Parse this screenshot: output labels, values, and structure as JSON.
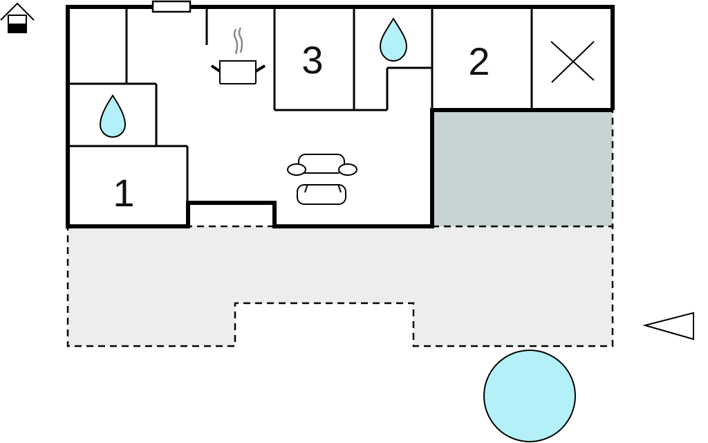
{
  "floorplan": {
    "rooms": [
      {
        "label": "1",
        "type": "bedroom"
      },
      {
        "label": "2",
        "type": "bedroom"
      },
      {
        "label": "3",
        "type": "bedroom"
      }
    ],
    "icons": [
      "home-icon",
      "bathroom-drop-icon",
      "kitchen-pot-icon",
      "sofa-icon",
      "closed-area-x-icon",
      "pool-icon",
      "entrance-arrow-icon"
    ],
    "colors": {
      "wall": "#000000",
      "water": "#b3f0f8",
      "roofed_terrace": "#c8d4d4",
      "terrace": "#eceeee"
    }
  }
}
